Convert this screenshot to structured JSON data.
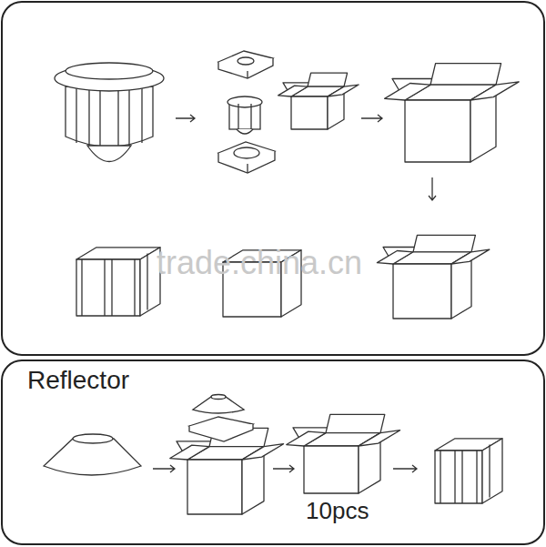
{
  "diagram": {
    "nodes": [
      {
        "text": [
          "Reflector"
        ]
      }
    ],
    "labels": [
      "10pcs",
      "trade.china.cn"
    ]
  }
}
